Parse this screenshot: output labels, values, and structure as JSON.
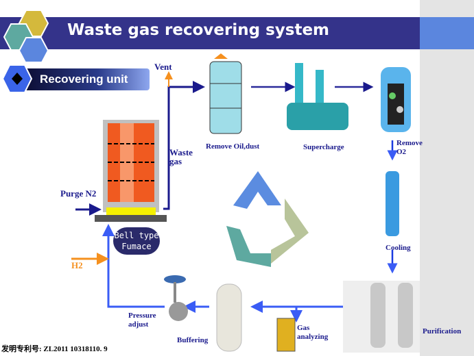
{
  "title": "Waste gas recovering system",
  "section": "Recovering unit",
  "labels": {
    "vent": "Vent",
    "waste_gas": "Waste gas",
    "remove_oil": "Remove Oil,dust",
    "supercharge": "Supercharge",
    "remove_o2": "Remove O2",
    "cooling": "Cooling",
    "purification": "Purification",
    "gas_analyzing": "Gas analyzing",
    "buffering": "Buffering",
    "pressure_adjust": "Pressure adjust",
    "purge_n2": "Purge N2",
    "h2": "H2",
    "furnace": "Bell type Fumace"
  },
  "footer": "发明专利号: ZL2011 10318110. 9",
  "colors": {
    "title_bar": "#34338a",
    "accent": "#5b86de",
    "flow_arrow": "#3a5cf5",
    "dark_arrow": "#1a1a8c",
    "h2_arrow": "#f5901e"
  }
}
